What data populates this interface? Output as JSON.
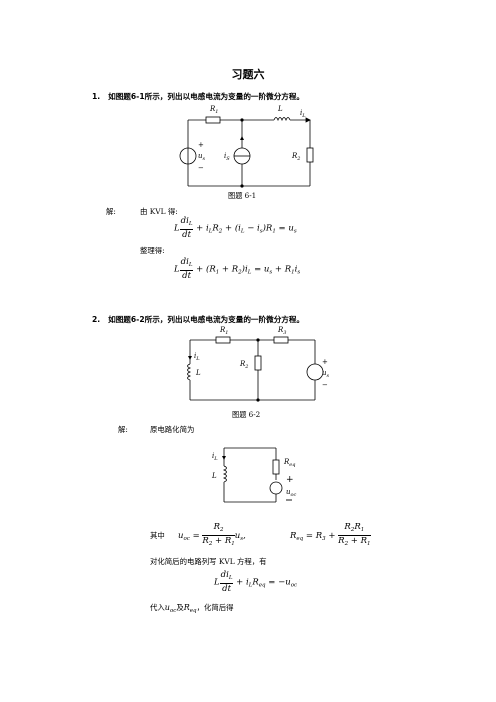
{
  "title": "习题六",
  "problem1": {
    "number": "1.",
    "text": "如图题6-1所示，列出以电感电流为变量的一阶微分方程。",
    "figure_caption": "图题 6-1",
    "solution_label": "解:",
    "kvl_text": "由 KVL 得:",
    "simplify_text": "整理得:",
    "labels": {
      "R1": "R",
      "R1_sub": "1",
      "L": "L",
      "iL": "i",
      "iL_sub": "L",
      "us": "u",
      "us_sub": "s",
      "is": "i",
      "is_sub": "S",
      "R2": "R",
      "R2_sub": "2",
      "plus": "+",
      "minus": "−"
    }
  },
  "problem2": {
    "number": "2.",
    "text": "如图题6-2所示，列出以电感电流为变量的一阶微分方程。",
    "figure_caption": "图题 6-2",
    "solution_label": "解:",
    "simplify_intro": "原电路化简为",
    "where_text": "其中",
    "kvl_text": "对化简后的电路列写 KVL 方程，有",
    "substitute_text_a": "代入",
    "substitute_text_b": "及",
    "substitute_text_c": "，化简后得",
    "labels": {
      "R1": "R",
      "R1_sub": "1",
      "R3": "R",
      "R3_sub": "3",
      "R2": "R",
      "R2_sub": "2",
      "iL": "i",
      "iL_sub": "L",
      "L": "L",
      "us": "u",
      "us_sub": "s",
      "Req": "R",
      "Req_sub": "eq",
      "uoc": "u",
      "uoc_sub": "oc",
      "plus": "+",
      "minus": "−"
    }
  }
}
